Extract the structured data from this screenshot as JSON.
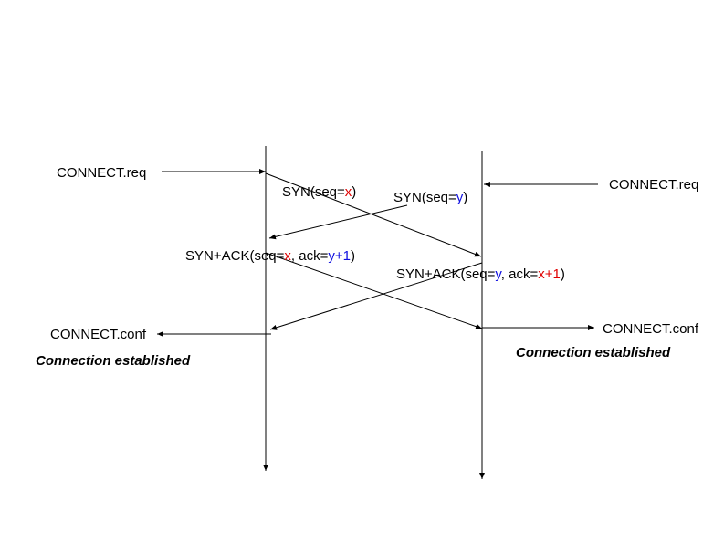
{
  "colors": {
    "x_value": "#e00000",
    "y_value": "#1010e0",
    "text": "#000000",
    "line": "#000000"
  },
  "left": {
    "connect_req": "CONNECT.req",
    "syn": {
      "prefix": "SYN(seq=",
      "x": "x",
      "suffix": ")"
    },
    "synack": {
      "prefix": "SYN+ACK(seq=",
      "x": "x",
      "mid": ", ack=",
      "y1": "y+1",
      "suffix": ")"
    },
    "connect_conf": "CONNECT.conf",
    "established": "Connection established"
  },
  "right": {
    "connect_req": "CONNECT.req",
    "syn": {
      "prefix": "SYN(seq=",
      "y": "y",
      "suffix": ")"
    },
    "synack": {
      "prefix": "SYN+ACK(seq=",
      "y": "y",
      "mid": ", ack=",
      "x1": "x+1",
      "suffix": ")"
    },
    "connect_conf": "CONNECT.conf",
    "established": "Connection established"
  }
}
